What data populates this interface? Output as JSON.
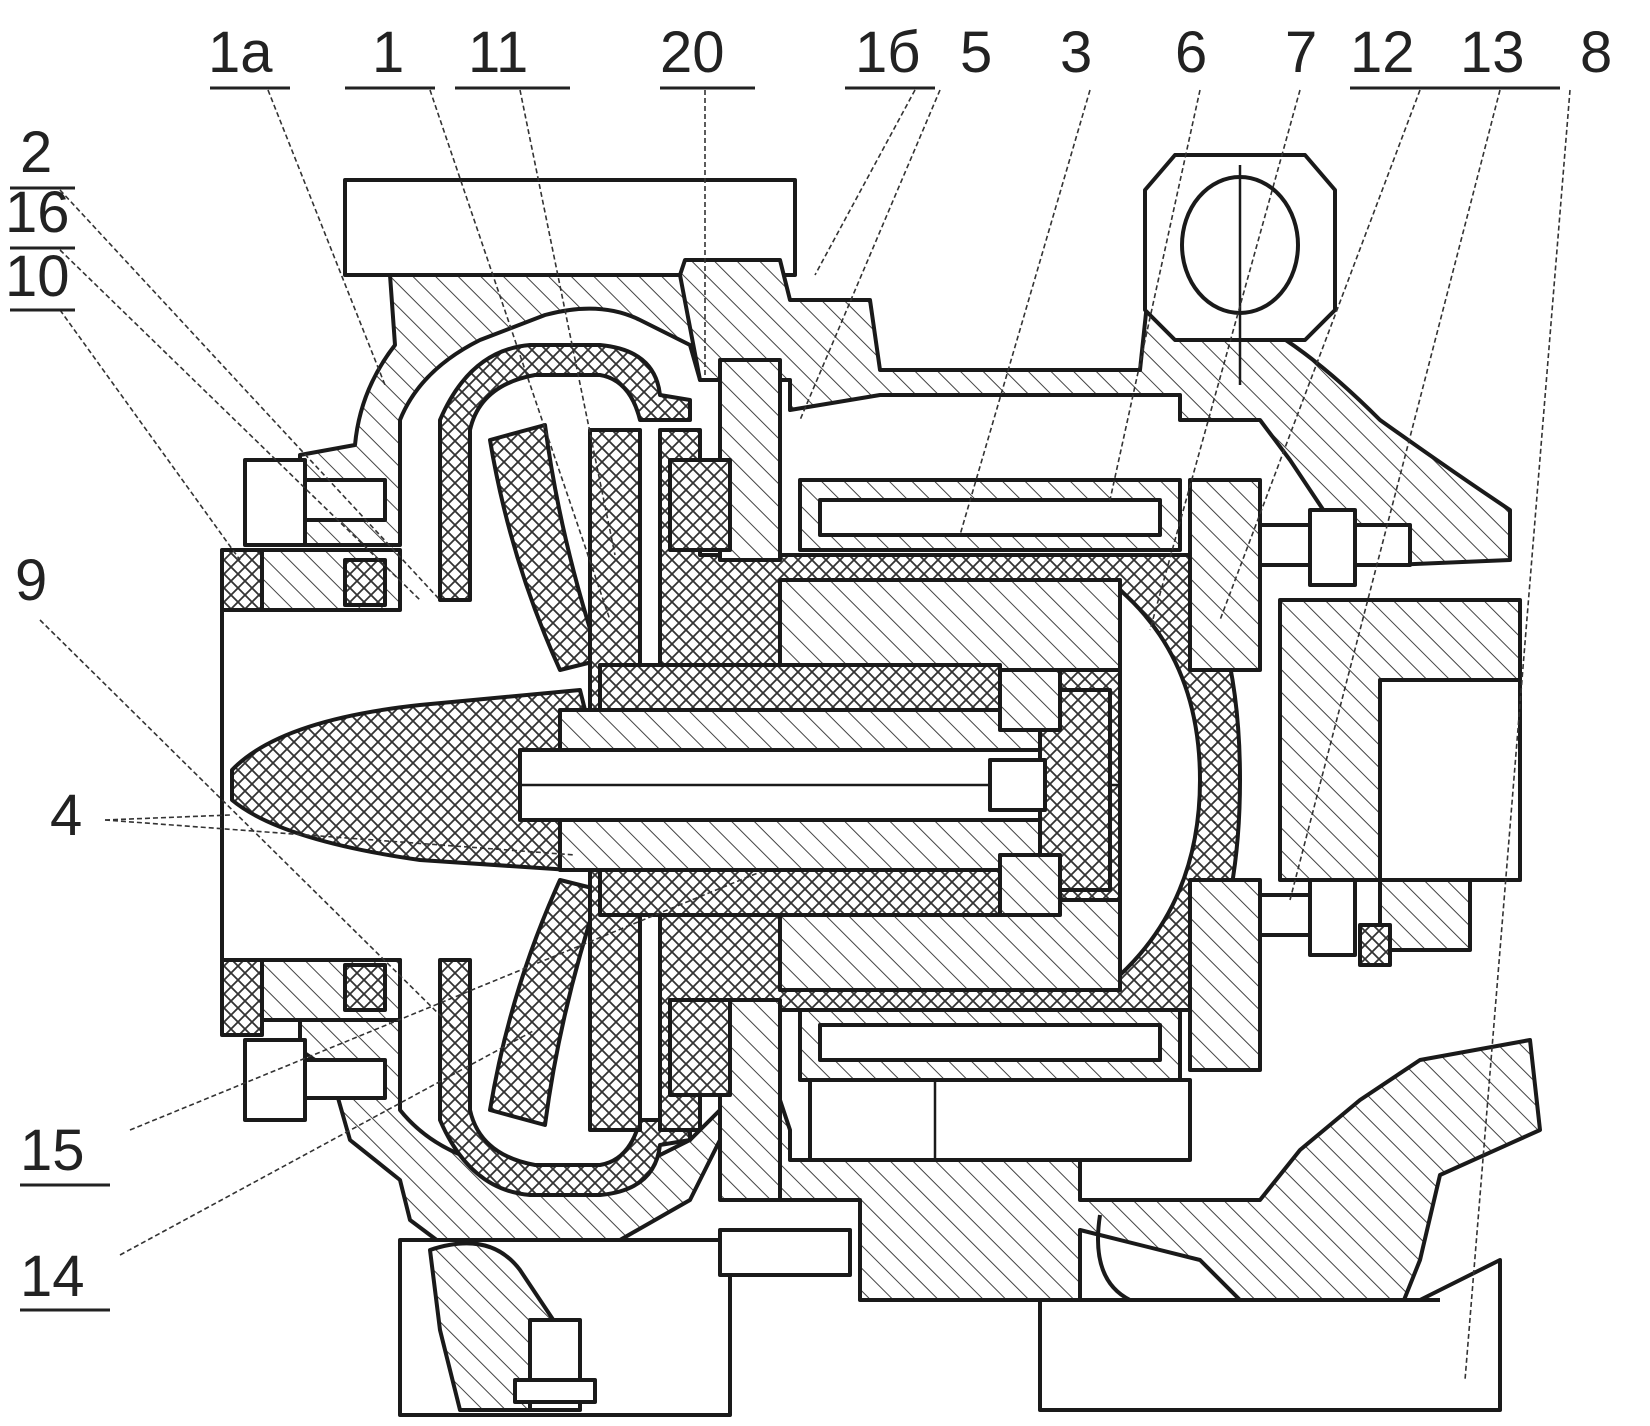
{
  "labels": [
    {
      "id": "1a",
      "text": "1a"
    },
    {
      "id": "1",
      "text": "1"
    },
    {
      "id": "11",
      "text": "11"
    },
    {
      "id": "20",
      "text": "20"
    },
    {
      "id": "1b",
      "text": "1б"
    },
    {
      "id": "5",
      "text": "5"
    },
    {
      "id": "3",
      "text": "3"
    },
    {
      "id": "6",
      "text": "6"
    },
    {
      "id": "7",
      "text": "7"
    },
    {
      "id": "12",
      "text": "12"
    },
    {
      "id": "13",
      "text": "13"
    },
    {
      "id": "8",
      "text": "8"
    },
    {
      "id": "2",
      "text": "2"
    },
    {
      "id": "16",
      "text": "16"
    },
    {
      "id": "10",
      "text": "10"
    },
    {
      "id": "9",
      "text": "9"
    },
    {
      "id": "4",
      "text": "4"
    },
    {
      "id": "15",
      "text": "15"
    },
    {
      "id": "14",
      "text": "14"
    }
  ]
}
